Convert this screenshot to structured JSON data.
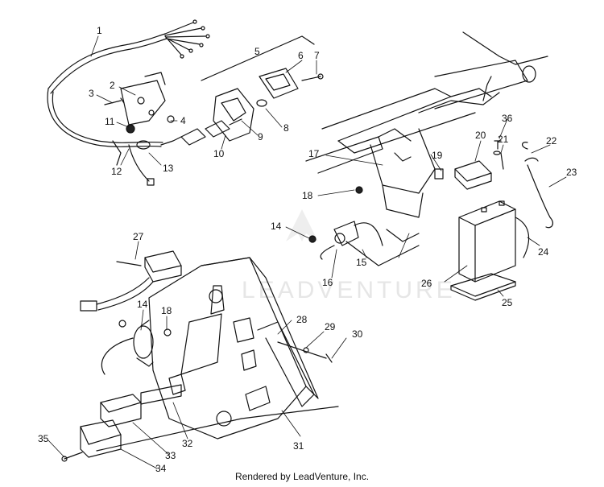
{
  "footer": "Rendered by LeadVenture, Inc.",
  "watermark": "LEADVENTURE",
  "callouts": [
    "1",
    "2",
    "3",
    "4",
    "5",
    "6",
    "7",
    "8",
    "9",
    "10",
    "11",
    "12",
    "13",
    "14",
    "15",
    "16",
    "17",
    "18",
    "19",
    "20",
    "21",
    "22",
    "23",
    "24",
    "25",
    "26",
    "27",
    "14",
    "18",
    "28",
    "29",
    "30",
    "31",
    "32",
    "33",
    "34",
    "35",
    "36"
  ],
  "colors": {
    "ink": "#111111",
    "watermark": "#e6e6e6"
  }
}
